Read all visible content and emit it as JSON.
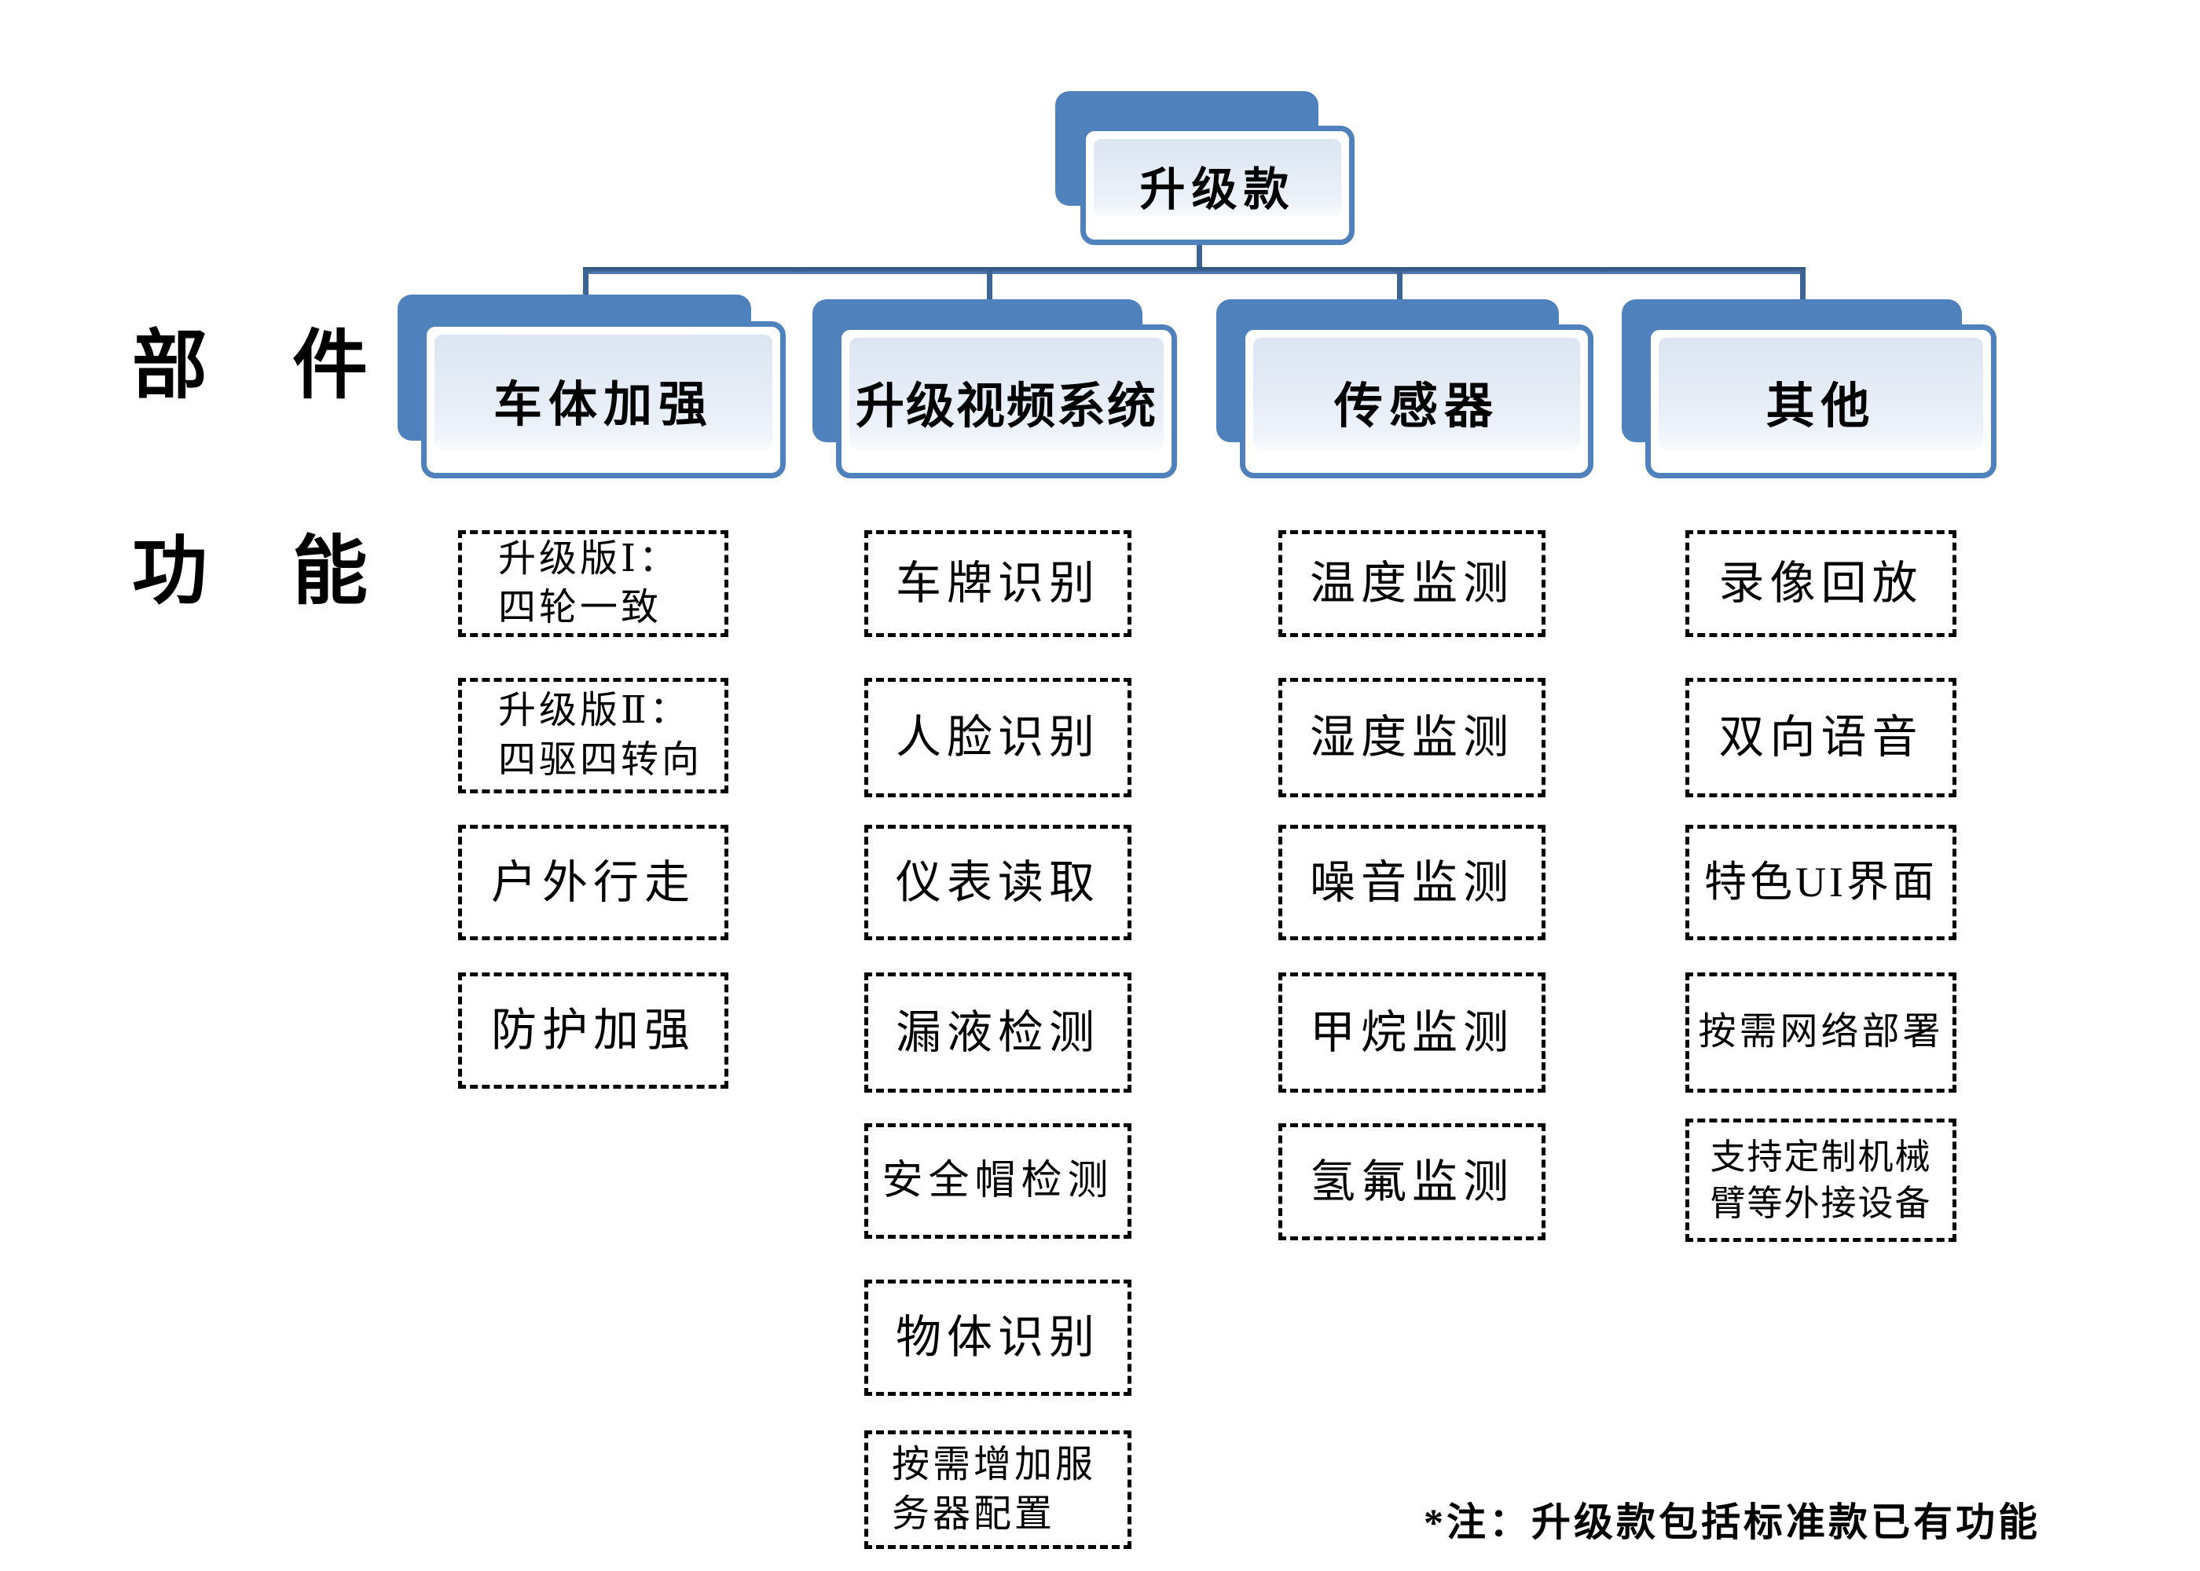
{
  "diagram": {
    "root_label": "升级款",
    "row_labels": {
      "components": "部 件",
      "functions": "功 能"
    },
    "branches": [
      {
        "label": "车体加强",
        "features": [
          "升级版Ⅰ：\n四轮一致",
          "升级版Ⅱ：\n四驱四转向",
          "户外行走",
          "防护加强"
        ]
      },
      {
        "label": "升级视频系统",
        "features": [
          "车牌识别",
          "人脸识别",
          "仪表读取",
          "漏液检测",
          "安全帽检测",
          "物体识别",
          "按需增加服\n务器配置"
        ]
      },
      {
        "label": "传感器",
        "features": [
          "温度监测",
          "湿度监测",
          "噪音监测",
          "甲烷监测",
          "氢氟监测"
        ]
      },
      {
        "label": "其他",
        "features": [
          "录像回放",
          "双向语音",
          "特色UI界面",
          "按需网络部署",
          "支持定制机械\n臂等外接设备"
        ]
      }
    ],
    "footnote": "*注：升级款包括标准款已有功能",
    "colors": {
      "accent_blue": "#4f81bd",
      "panel_light": "#e6edf7",
      "connector_dark": "#3c6596",
      "text": "#000000"
    }
  }
}
